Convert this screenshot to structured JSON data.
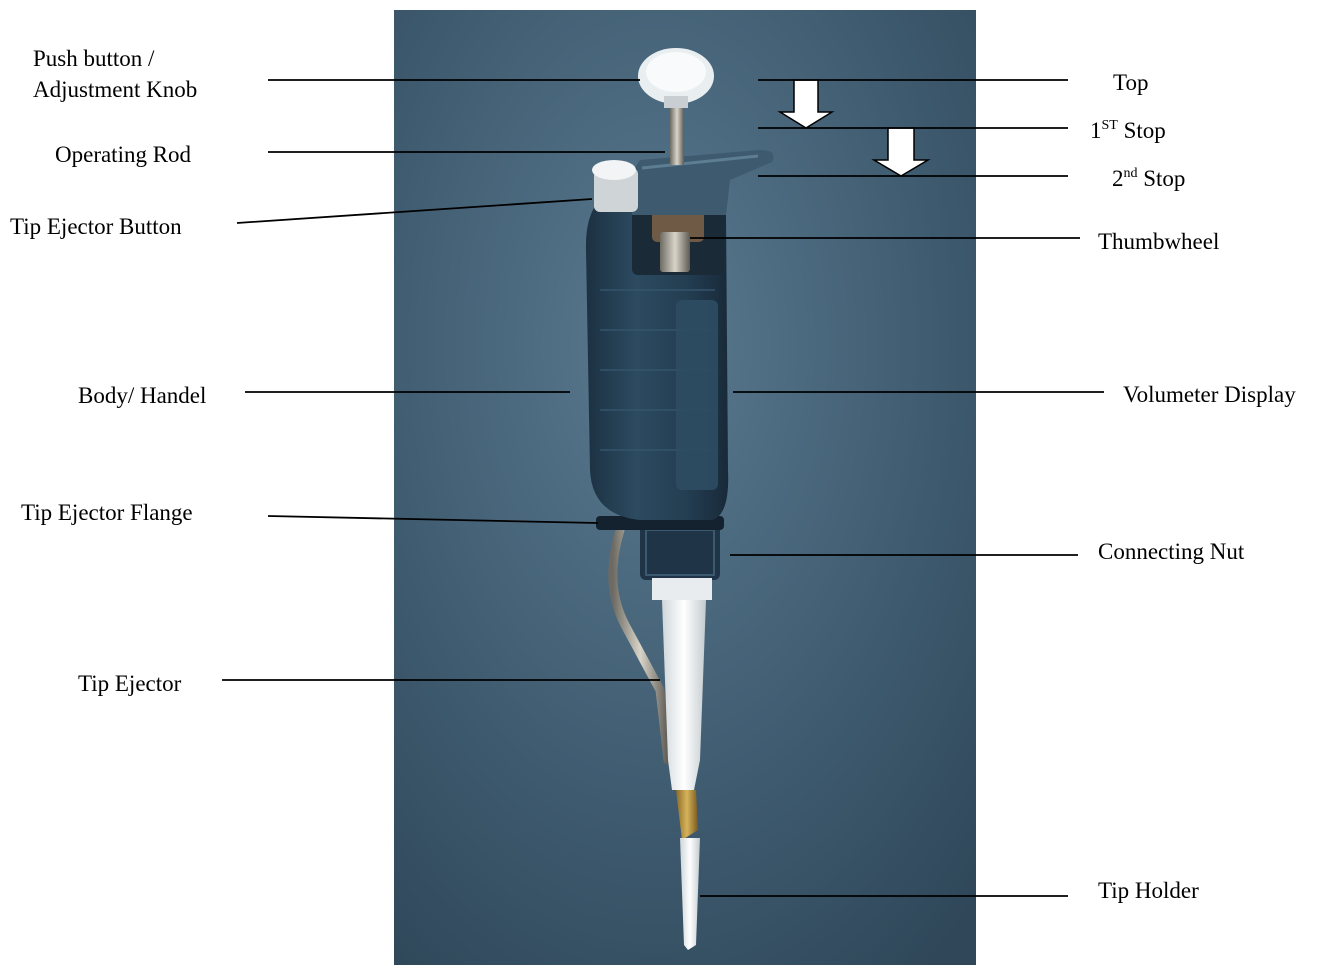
{
  "labels": {
    "push_button_line1": "Push button /",
    "push_button_line2": "Adjustment Knob",
    "operating_rod": "Operating Rod",
    "tip_ejector_button": "Tip Ejector Button",
    "body_handel": "Body/ Handel",
    "tip_ejector_flange": "Tip Ejector Flange",
    "tip_ejector": "Tip Ejector",
    "top": "Top",
    "first_stop_num": "1",
    "first_stop_sup": "ST",
    "first_stop_word": " Stop",
    "second_stop_num": "2",
    "second_stop_sup": "nd",
    "second_stop_word": " Stop",
    "thumbwheel": "Thumbwheel",
    "volumeter_display": "Volumeter Display",
    "connecting_nut": "Connecting Nut",
    "tip_holder": "Tip Holder"
  },
  "colors": {
    "background_panel": "#3f5b70",
    "pipette_body": "#233a4e",
    "knob": "#e9eef1",
    "tip": "#eef2f3",
    "leader_line": "#000000",
    "arrow_fill": "#ffffff"
  }
}
